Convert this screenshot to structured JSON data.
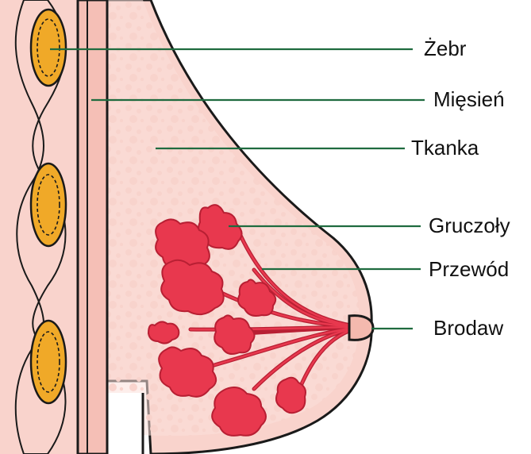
{
  "labels": {
    "rib": "Żebr",
    "muscle": "Mięsień",
    "tissue": "Tkanka",
    "glands": "Gruczoły",
    "duct": "Przewód",
    "nipple": "Brodaw"
  },
  "colors": {
    "skin": "#f9d3cc",
    "skin_dark": "#f2bdb4",
    "outline": "#1a1a1a",
    "rib": "#f0a928",
    "gland": "#e8384e",
    "gland_dark": "#b81f33",
    "leader": "#1f6b3f"
  }
}
